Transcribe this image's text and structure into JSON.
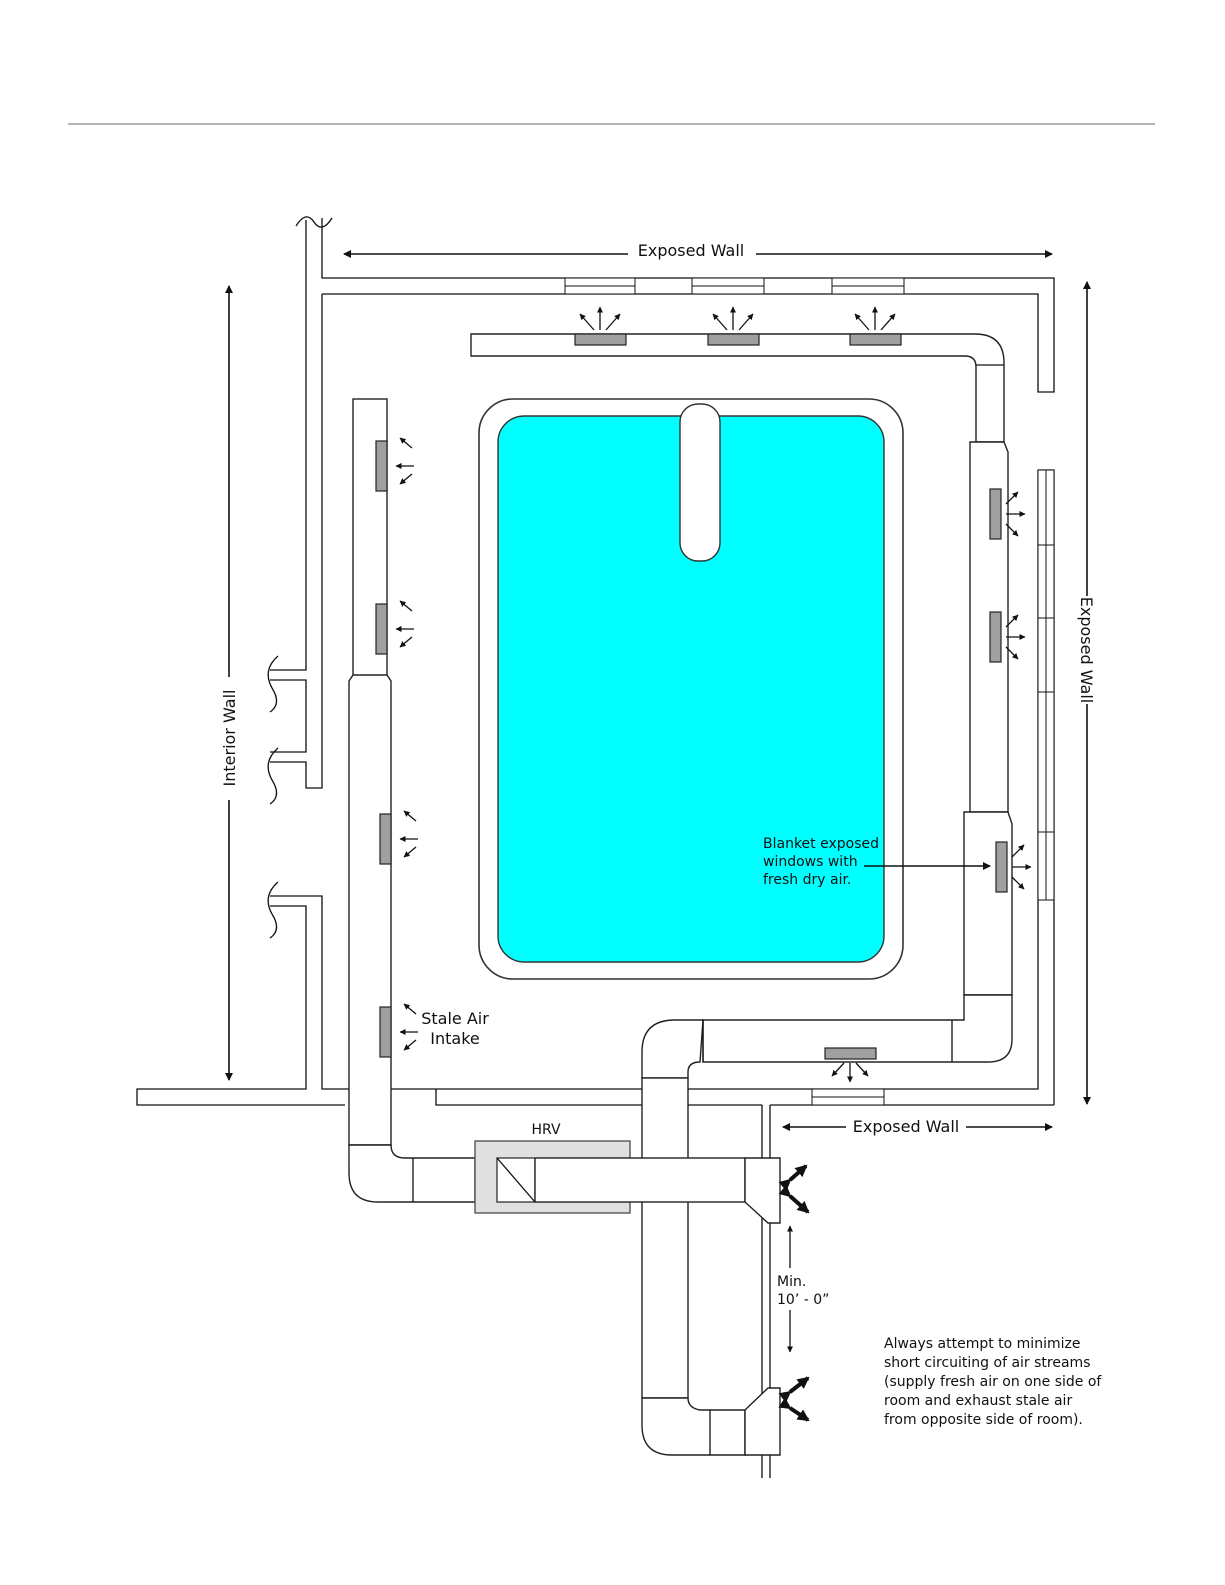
{
  "labels": {
    "exposed_wall_top": "Exposed Wall",
    "exposed_wall_right": "Exposed Wall",
    "exposed_wall_bottom": "Exposed Wall",
    "interior_wall": "Interior Wall",
    "hrv": "HRV",
    "stale_air_line1": "Stale Air",
    "stale_air_line2": "Intake",
    "blanket_line1": "Blanket exposed",
    "blanket_line2": "windows with",
    "blanket_line3": "fresh dry air.",
    "min_line1": "Min.",
    "min_line2": "10’ - 0”",
    "note_line1": "Always attempt to minimize",
    "note_line2": "short circuiting of air streams",
    "note_line3": "(supply fresh air on one side of",
    "note_line4": "room and exhaust stale air",
    "note_line5": "from opposite side of room)."
  },
  "colors": {
    "pool_water": "#00ffff",
    "register": "#a0a0a0",
    "hrv_fill": "#e0e0e0",
    "rule": "#888888"
  }
}
